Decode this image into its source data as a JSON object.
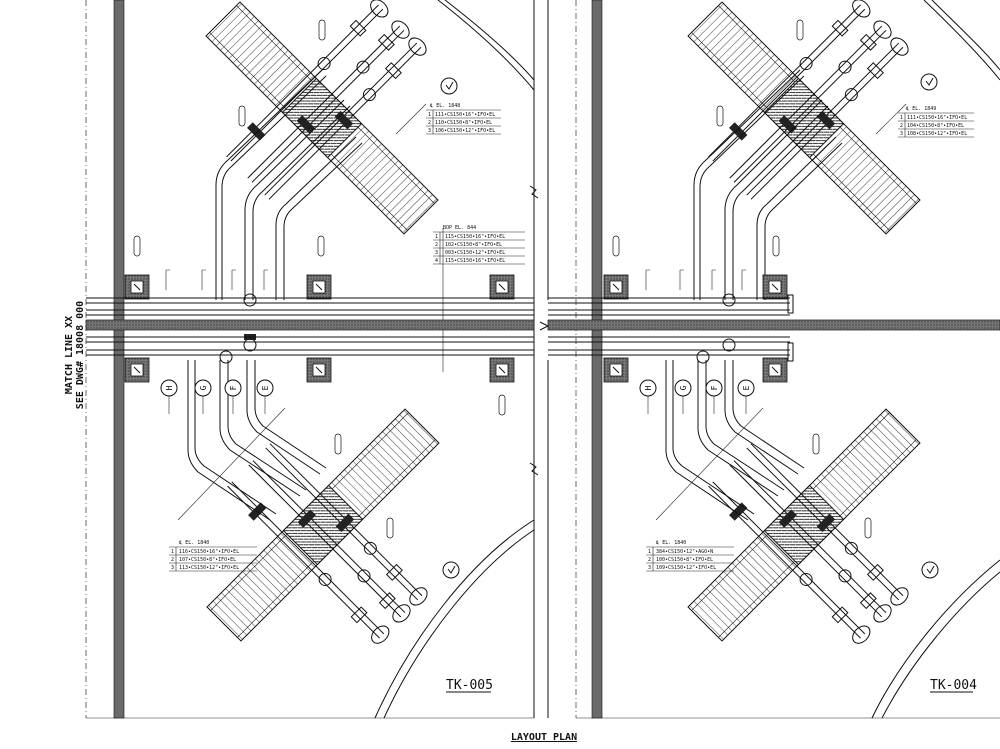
{
  "drawing_title": "LAYOUT PLAN",
  "match_line": {
    "line1": "MATCH LINE XX",
    "line2": "SEE DWG# 18008 000"
  },
  "tanks": [
    {
      "label": "TK-005"
    },
    {
      "label": "TK-004"
    }
  ],
  "markers": [
    "H",
    "G",
    "F",
    "E"
  ],
  "tables": [
    {
      "header": "℄ EL. 1848",
      "rows": [
        {
          "num": "1",
          "text": "111•CS150•16\"•IFO•EL"
        },
        {
          "num": "2",
          "text": "110•CS150•8\"•IFO•EL"
        },
        {
          "num": "3",
          "text": "106•CS150•12\"•IFO•EL"
        }
      ]
    },
    {
      "header": "BOP EL. 844",
      "rows": [
        {
          "num": "1",
          "text": "115•CS150•16\"•IFO•EL"
        },
        {
          "num": "2",
          "text": "102•CS150•8\"•IFO•EL"
        },
        {
          "num": "3",
          "text": "003•CS150•12\"•IFO•EL"
        },
        {
          "num": "4",
          "text": "115•CS150•16\"•IFO•EL"
        }
      ]
    },
    {
      "header": "℄ EL. 1840",
      "rows": [
        {
          "num": "1",
          "text": "116•CS150•16\"•IFO•EL"
        },
        {
          "num": "2",
          "text": "107•CS150•8\"•IFO•EL"
        },
        {
          "num": "3",
          "text": "113•CS150•12\"•IFO•EL"
        }
      ]
    },
    {
      "header": "℄ EL. 1849",
      "rows": [
        {
          "num": "1",
          "text": "111•CS150•16\"•IFO•EL"
        },
        {
          "num": "2",
          "text": "104•CS150•8\"•IFO•EL"
        },
        {
          "num": "3",
          "text": "108•CS150•12\"•IFO•EL"
        }
      ]
    },
    {
      "header": "℄ EL. 1840",
      "rows": [
        {
          "num": "1",
          "text": "384•CS150•12\"•AGO•N"
        },
        {
          "num": "2",
          "text": "100•CS150•8\"•IFO•EL"
        },
        {
          "num": "3",
          "text": "109•CS150•12\"•IFO•EL"
        }
      ]
    }
  ]
}
